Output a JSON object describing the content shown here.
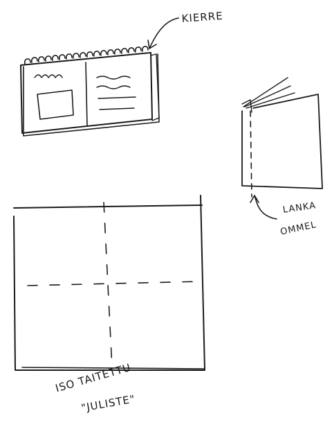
{
  "labels": {
    "spiral": "KIERRE",
    "thread_line1": "LANKA",
    "thread_line2": "OMMEL",
    "poster_line1": "ISO TAITETTU",
    "poster_line2": "\"JULISTE\""
  },
  "colors": {
    "ink": "#1a1a1a",
    "paper": "#ffffff"
  }
}
